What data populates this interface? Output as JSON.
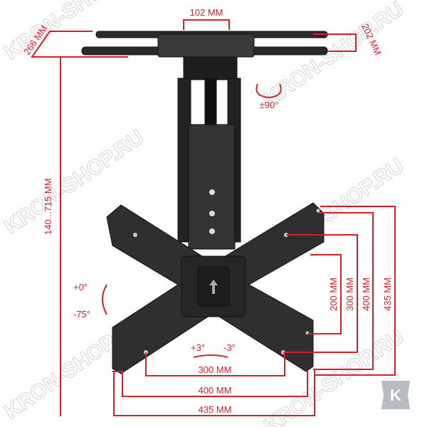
{
  "watermark": "KRON-SHOP.RU",
  "logo_letter": "K",
  "colors": {
    "dimension": "#d4202a",
    "metal": "#2a2a2a",
    "watermark": "#d8d8d8"
  },
  "dimensions": {
    "top_plate_width": "102 MM",
    "ceiling_plate_left": "266 MM",
    "ceiling_plate_right": "202 MM",
    "height_range": "140...715 MM",
    "swivel": "±90°",
    "tilt_up": "+0°",
    "tilt_down": "-75°",
    "level_plus": "+3°",
    "level_minus": "-3°",
    "vesa_h": [
      "300 MM",
      "400 MM",
      "435 MM"
    ],
    "vesa_v": [
      "200 MM",
      "300 MM",
      "400 MM",
      "435 MM"
    ]
  }
}
